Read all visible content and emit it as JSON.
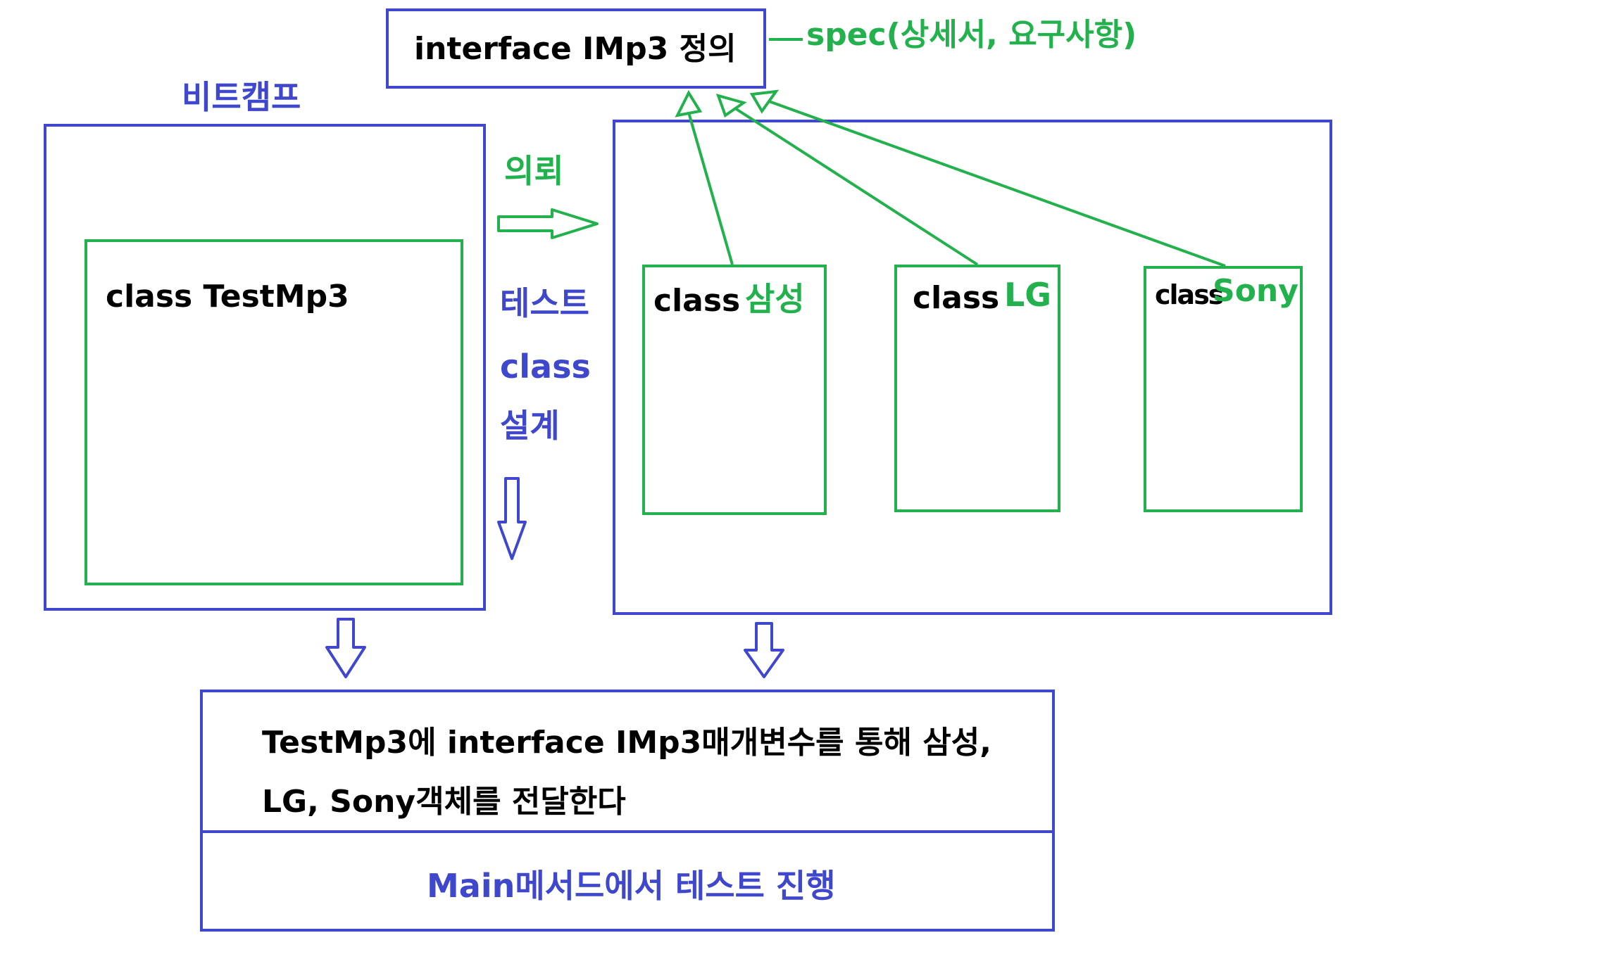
{
  "interface_box": {
    "label": "interface IMp3 정의"
  },
  "spec_note": "spec(상세서, 요구사항)",
  "bitcamp": {
    "title": "비트캠프",
    "test_class_label": "class TestMp3"
  },
  "request_label": "의뢰",
  "design_notes": [
    "테스트",
    "class",
    "설계"
  ],
  "vendors": [
    {
      "prefix": "class",
      "name": "삼성"
    },
    {
      "prefix": "class",
      "name": "LG"
    },
    {
      "prefix": "class",
      "name": "Sony"
    }
  ],
  "bottom_box": {
    "line1": "TestMp3에 interface IMp3매개변수를 통해 삼성,",
    "line2": "LG, Sony객체를 전달한다",
    "main_label": "Main메서드에서 테스트 진행"
  },
  "colors": {
    "blue": "#3f48cc",
    "green": "#22b14c",
    "black": "#000000"
  }
}
